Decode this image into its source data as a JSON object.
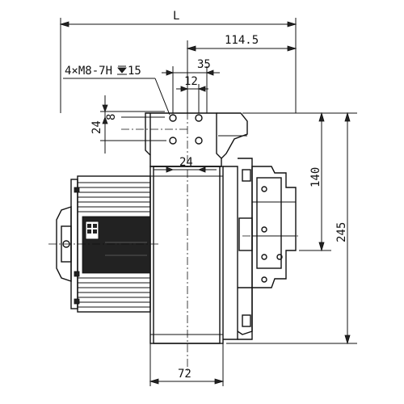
{
  "drawing": {
    "labels": {
      "overall_width": "L",
      "offset_114_5": "114.5",
      "bolt_spacing_35": "35",
      "bolt_offset_12": "12",
      "thread_spec": "4×M8-7H",
      "thread_depth": "15",
      "vertical_8": "8",
      "vertical_24": "24",
      "horizontal_24": "24",
      "height_140": "140",
      "height_245": "245",
      "wheel_width_72": "72"
    }
  }
}
